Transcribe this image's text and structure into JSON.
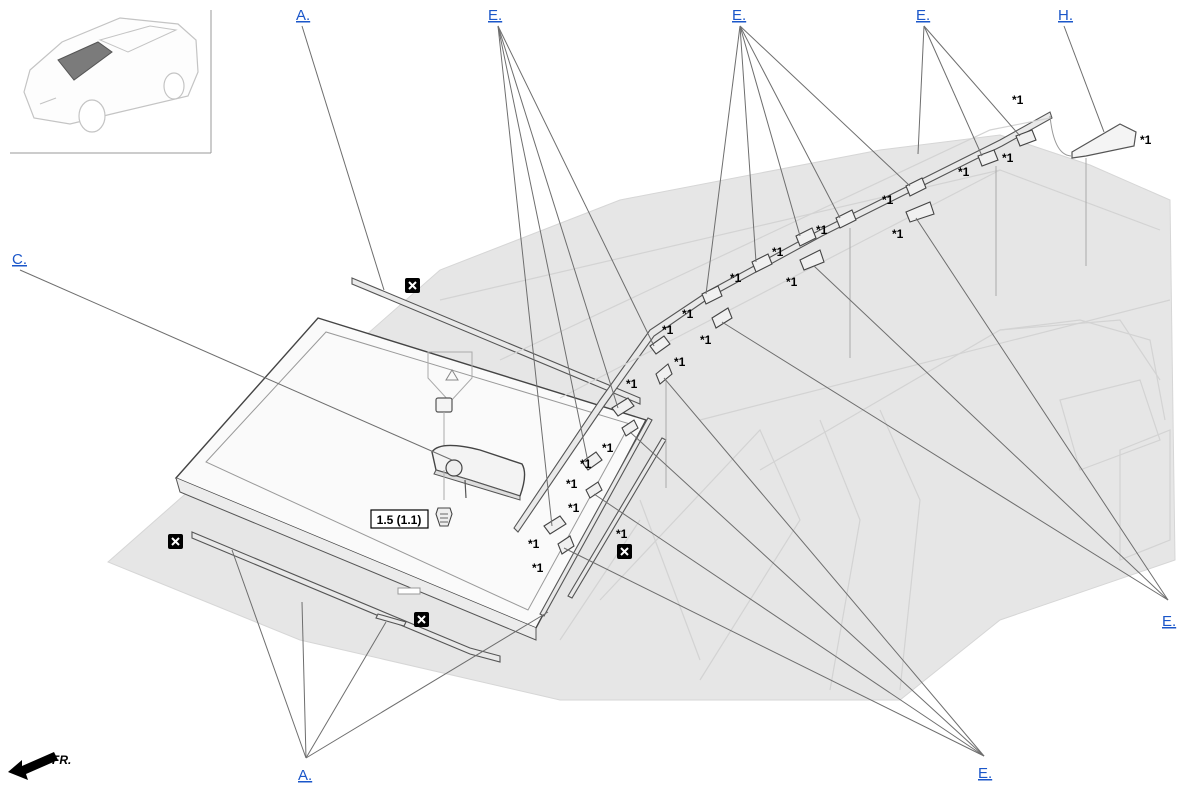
{
  "callouts": {
    "a_top": "A.",
    "a_bottom": "A.",
    "c": "C.",
    "e_1": "E.",
    "e_2": "E.",
    "e_3": "E.",
    "e_right": "E.",
    "e_bottom": "E.",
    "h": "H."
  },
  "star_note": "*1",
  "torque": "1.5 (1.1)",
  "front_arrow": "FR.",
  "icons": {
    "no_reuse": "x-in-box-icon",
    "locator": "vehicle-thumbnail-icon",
    "front": "front-direction-arrow-icon"
  },
  "colors": {
    "link": "#1a56c9",
    "ghost_body": "#e6e6e6",
    "highlight": "#808080"
  }
}
